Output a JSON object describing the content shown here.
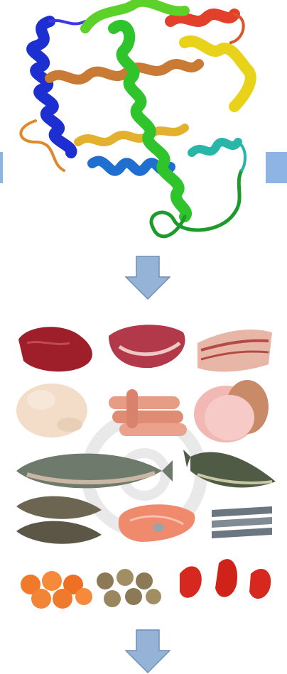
{
  "figure": {
    "protein_illustration": "protein-ribbon",
    "food_illustrations": [
      "beef",
      "pork-loin",
      "bacon",
      "raw-chicken",
      "sausages",
      "bologna",
      "whole-fish",
      "pike",
      "carp-fish",
      "salmon-steak",
      "sprats",
      "shrimp",
      "snails",
      "crayfish"
    ],
    "arrow_color": "#95b3d7",
    "arrow_outline": "#6f8fb5",
    "side_block_color": "#8eb4e3"
  }
}
